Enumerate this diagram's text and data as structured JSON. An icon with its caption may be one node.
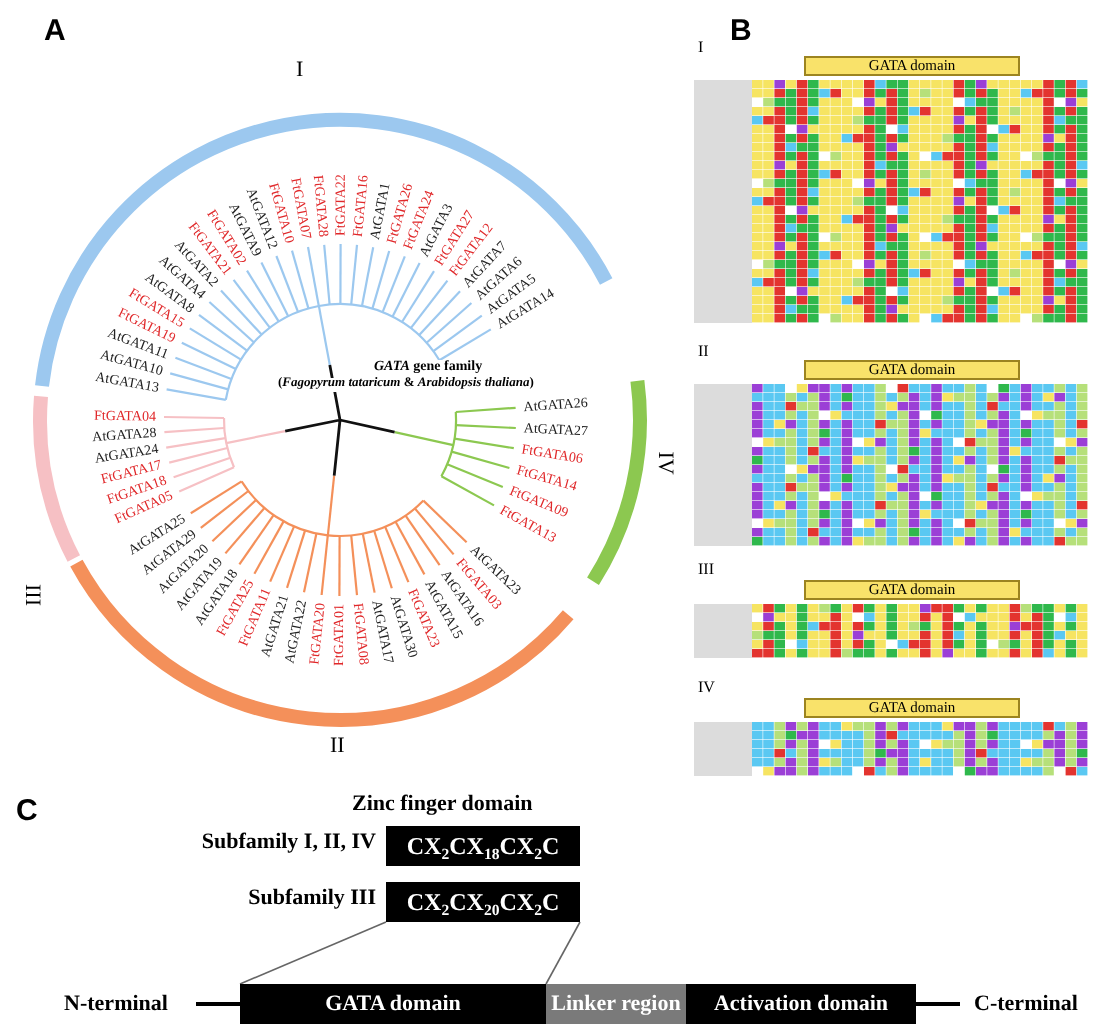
{
  "diagram": {
    "nodes": [
      {
        "text": [
          "GATA domain"
        ]
      },
      {
        "text": [
          "GATA domain"
        ]
      },
      {
        "text": [
          "GATA domain"
        ]
      },
      {
        "text": [
          "GATA domain"
        ]
      },
      {
        "text": [
          "CX$_{2}$CX$_{18}$CX$_{2}$C"
        ],
        "beside": [
          "Zinc finger domain",
          "Subfamily I, II, IV"
        ]
      },
      {
        "text": [
          "CX$_{2}$CX$_{20}$CX$_{2}$C"
        ],
        "beside": [
          "Subfamily III"
        ]
      },
      {
        "text": [
          "N-terminal"
        ]
      },
      {
        "text": [
          "GATA domain"
        ]
      },
      {
        "text": [
          "Linker region"
        ]
      },
      {
        "text": [
          "Activation domain"
        ]
      },
      {
        "text": [
          "C-terminal"
        ]
      }
    ],
    "edges": [
      {
        "from": 6,
        "to": 7,
        "arrow": "none"
      },
      {
        "from": 9,
        "to": 10,
        "arrow": "none"
      },
      {
        "from": 5,
        "to": 7,
        "arrow": "none",
        "color": "#666666"
      },
      {
        "from": 5,
        "to": 7,
        "arrow": "none",
        "color": "#666666"
      }
    ],
    "labels": [
      "A",
      "B",
      "C",
      "I",
      "II",
      "III",
      "IV",
      "AtGATA25",
      "AtGATA29",
      "AtGATA20",
      "AtGATA19",
      "AtGATA18",
      "FtGATA25",
      "FtGATA11",
      "AtGATA21",
      "AtGATA22",
      "FtGATA20",
      "FtGATA01",
      "FtGATA08",
      "AtGATA17",
      "AtGATA30",
      "FtGATA23",
      "AtGATA15",
      "AtGATA16",
      "FtGATA03",
      "AtGATA23",
      "FtGATA05",
      "FtGATA18",
      "FtGATA17",
      "AtGATA24",
      "AtGATA28",
      "FtGATA04",
      "AtGATA13",
      "AtGATA10",
      "AtGATA11",
      "FtGATA19",
      "FtGATA15",
      "AtGATA8",
      "AtGATA4",
      "AtGATA2",
      "FtGATA21",
      "FtGATA02",
      "AtGATA9",
      "AtGATA12",
      "FtGATA10",
      "FtGATA07",
      "FtGATA28",
      "FtGATA22",
      "FtGATA16",
      "AtGATA1",
      "FtGATA26",
      "FtGATA24",
      "AtGATA3",
      "FtGATA27",
      "FtGATA12",
      "AtGATA7",
      "AtGATA6",
      "AtGATA5",
      "AtGATA14",
      "AtGATA26",
      "AtGATA27",
      "FtGATA06",
      "FtGATA14",
      "FtGATA09",
      "FtGATA13",
      "*GATA* gene family",
      "(*Fagopyrum tataricum* & *Arabidopsis thaliana*)",
      "I",
      "II",
      "III",
      "IV"
    ]
  }
}
